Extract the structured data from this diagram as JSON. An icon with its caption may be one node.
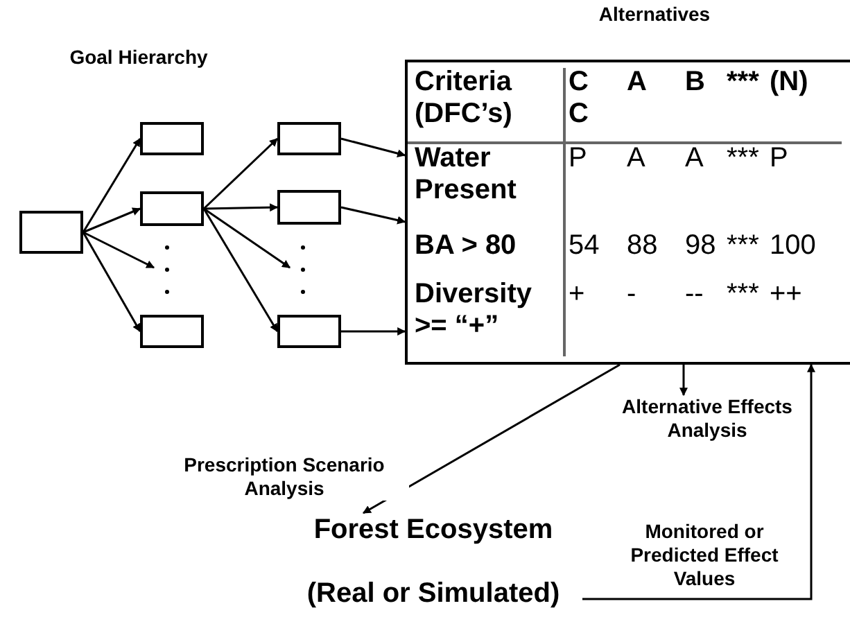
{
  "diagram": {
    "nodes": [
      {
        "text": [],
        "shape": "box"
      },
      {
        "text": [],
        "shape": "box"
      },
      {
        "text": [],
        "shape": "box"
      },
      {
        "text": [],
        "shape": "box"
      },
      {
        "text": [],
        "shape": "box"
      },
      {
        "text": [],
        "shape": "box"
      },
      {
        "text": [],
        "shape": "box"
      },
      {
        "text": [
          "Criteria (DFC’s)",
          "C C",
          "A",
          "B",
          "***",
          "(N)",
          "Water Present",
          "P",
          "A",
          "A",
          "***",
          "P",
          "BA > 80",
          "54",
          "88",
          "98",
          "***",
          "100",
          "Diversity >= “+”",
          "+",
          "-",
          "--",
          "***",
          "++"
        ]
      },
      {
        "text": [
          "Alternative Effects Analysis"
        ]
      },
      {
        "text": [
          "Forest Ecosystem",
          "(Real or Simulated)"
        ]
      },
      {
        "text": [],
        "shape": "dots"
      },
      {
        "text": [],
        "shape": "dots"
      }
    ],
    "edges": [
      {
        "from": 0,
        "to": 1,
        "arrow": "to"
      },
      {
        "from": 0,
        "to": 2,
        "arrow": "to"
      },
      {
        "from": 0,
        "to": 10,
        "arrow": "to"
      },
      {
        "from": 0,
        "to": 3,
        "arrow": "to"
      },
      {
        "from": 2,
        "to": 4,
        "arrow": "to"
      },
      {
        "from": 2,
        "to": 5,
        "arrow": "to"
      },
      {
        "from": 2,
        "to": 11,
        "arrow": "to"
      },
      {
        "from": 2,
        "to": 6,
        "arrow": "to"
      },
      {
        "from": 4,
        "to": 7,
        "arrow": "to"
      },
      {
        "from": 5,
        "to": 7,
        "arrow": "to"
      },
      {
        "from": 6,
        "to": 7,
        "arrow": "to"
      },
      {
        "from": 7,
        "to": 8,
        "arrow": "to"
      },
      {
        "from": 7,
        "to": 9,
        "arrow": "to",
        "label": "Prescription Scenario Analysis"
      },
      {
        "from": 9,
        "to": 7,
        "arrow": "to",
        "label": "Monitored or Predicted Effect Values"
      }
    ],
    "labels": [
      "Goal Hierarchy",
      "Alternatives"
    ]
  }
}
